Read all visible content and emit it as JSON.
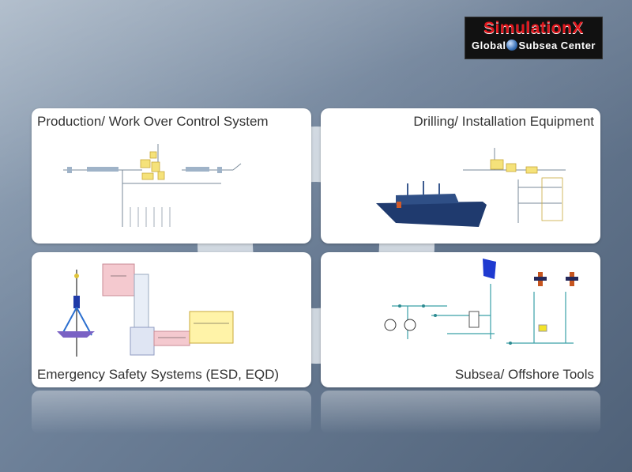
{
  "logo": {
    "line1": "SimulationX",
    "line2_left": "Global",
    "line2_right": "Subsea Center"
  },
  "panels": [
    {
      "title": "Production/ Work Over Control System"
    },
    {
      "title": "Drilling/ Installation Equipment"
    },
    {
      "title": "Emergency Safety Systems (ESD, EQD)"
    },
    {
      "title": "Subsea/ Offshore Tools"
    }
  ],
  "colors": {
    "background": "#6c7f97",
    "logo_red": "#e0151b",
    "diagram_yellow": "#f5e27a",
    "diagram_pink": "#f4c9cf",
    "ship": "#1f3a6e"
  }
}
